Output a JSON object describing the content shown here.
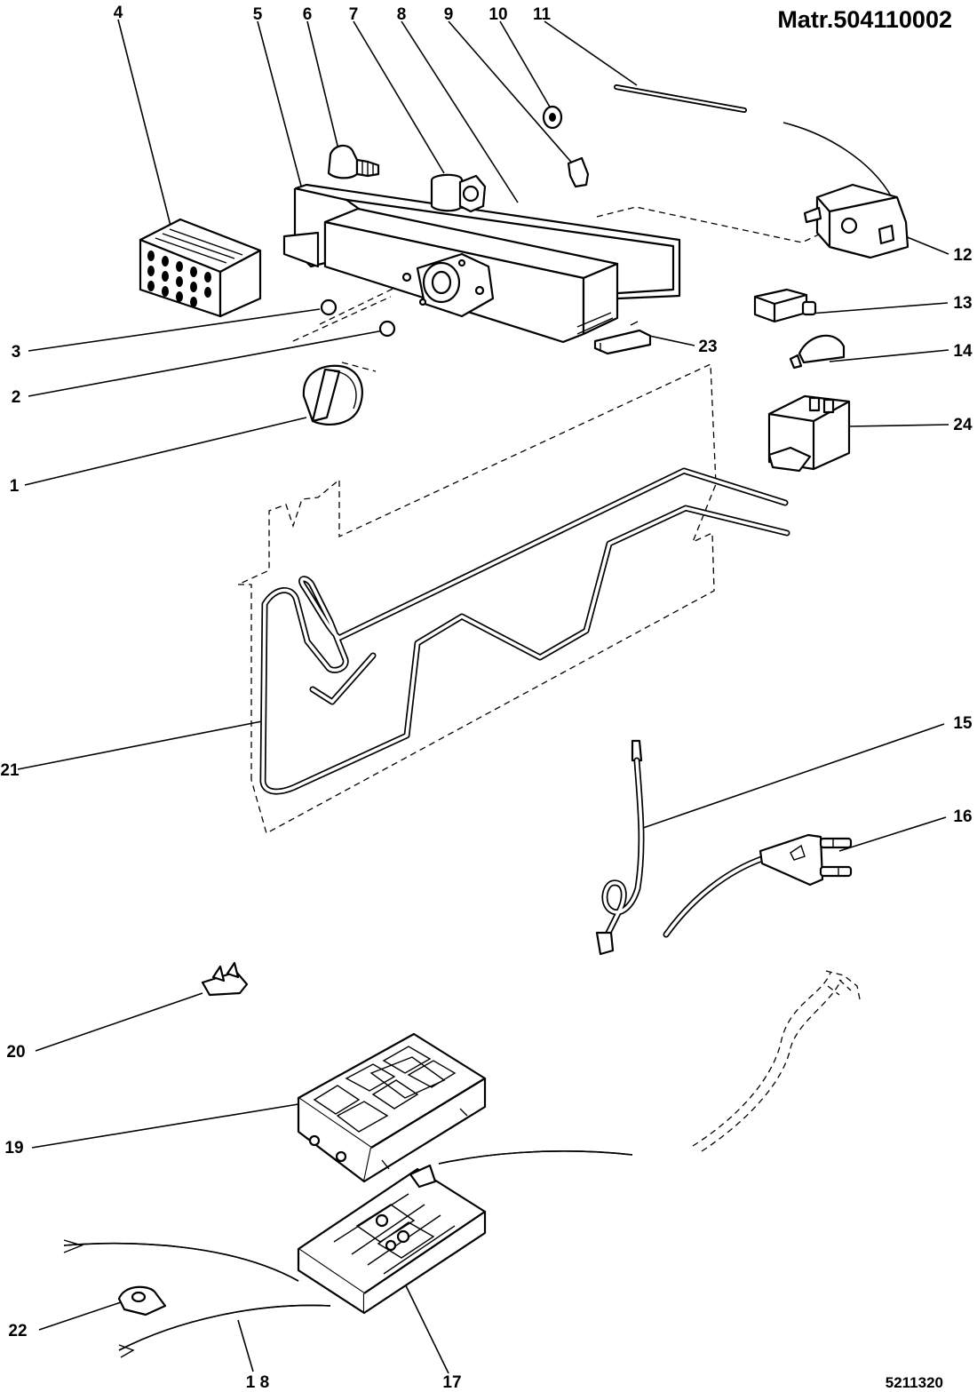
{
  "document": {
    "title": "Matr.504110002",
    "drawing_code": "5211320"
  },
  "callouts": [
    {
      "id": "c1",
      "label": "1"
    },
    {
      "id": "c2",
      "label": "2"
    },
    {
      "id": "c3",
      "label": "3"
    },
    {
      "id": "c4",
      "label": "4"
    },
    {
      "id": "c5",
      "label": "5"
    },
    {
      "id": "c6",
      "label": "6"
    },
    {
      "id": "c7",
      "label": "7"
    },
    {
      "id": "c8",
      "label": "8"
    },
    {
      "id": "c9",
      "label": "9"
    },
    {
      "id": "c10",
      "label": "10"
    },
    {
      "id": "c11",
      "label": "11"
    },
    {
      "id": "c12",
      "label": "12"
    },
    {
      "id": "c13",
      "label": "13"
    },
    {
      "id": "c14",
      "label": "14"
    },
    {
      "id": "c15",
      "label": "15"
    },
    {
      "id": "c16",
      "label": "16"
    },
    {
      "id": "c17",
      "label": "17"
    },
    {
      "id": "c18",
      "label": "1 8"
    },
    {
      "id": "c19",
      "label": "19"
    },
    {
      "id": "c20",
      "label": "20"
    },
    {
      "id": "c21",
      "label": "21"
    },
    {
      "id": "c22",
      "label": "22"
    },
    {
      "id": "c23",
      "label": "23"
    },
    {
      "id": "c24",
      "label": "24"
    }
  ]
}
